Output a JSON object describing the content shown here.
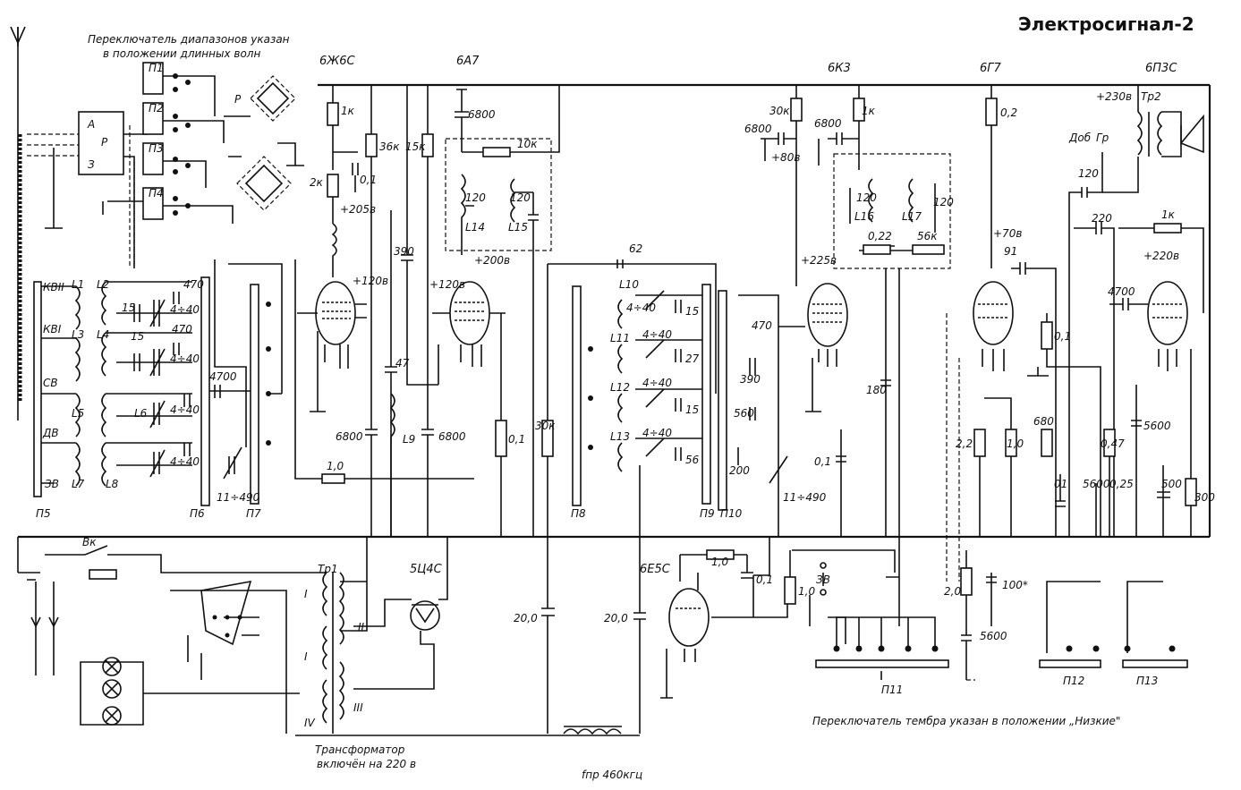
{
  "title": "Электросигнал-2",
  "notes": {
    "band_switch": [
      "Переключатель диапазонов указан",
      "в положении длинных волн"
    ],
    "tone_switch": "Переключатель тембра указан в положении „Низкие\"",
    "transformer": [
      "Трансформатор",
      "включён на 220 в"
    ],
    "if_freq": "fпр 460кгц"
  },
  "tubes": [
    {
      "label": "6Ж6С"
    },
    {
      "label": "6А7"
    },
    {
      "label": "6К3"
    },
    {
      "label": "6Г7"
    },
    {
      "label": "6П3С"
    },
    {
      "label": "5Ц4С"
    },
    {
      "label": "6Е5С"
    }
  ],
  "labels": [
    {
      "text": "П1"
    },
    {
      "text": "П2"
    },
    {
      "text": "П3"
    },
    {
      "text": "П4"
    },
    {
      "text": "А"
    },
    {
      "text": "Р"
    },
    {
      "text": "З"
    },
    {
      "text": "Р"
    },
    {
      "text": "КВII"
    },
    {
      "text": "КВI"
    },
    {
      "text": "СВ"
    },
    {
      "text": "ДВ"
    },
    {
      "text": "ЗВ"
    },
    {
      "text": "П5"
    },
    {
      "text": "L1"
    },
    {
      "text": "L2"
    },
    {
      "text": "L3"
    },
    {
      "text": "L4"
    },
    {
      "text": "L5"
    },
    {
      "text": "L6"
    },
    {
      "text": "L7"
    },
    {
      "text": "L8"
    },
    {
      "text": "15"
    },
    {
      "text": "4÷40"
    },
    {
      "text": "470"
    },
    {
      "text": "15"
    },
    {
      "text": "470"
    },
    {
      "text": "4÷40"
    },
    {
      "text": "4÷40"
    },
    {
      "text": "4÷40"
    },
    {
      "text": "4700"
    },
    {
      "text": "П6"
    },
    {
      "text": "11÷490"
    },
    {
      "text": "П7"
    },
    {
      "text": "1к"
    },
    {
      "text": "2к"
    },
    {
      "text": "0,1"
    },
    {
      "text": "+205в"
    },
    {
      "text": "+120в"
    },
    {
      "text": "36к"
    },
    {
      "text": "15к"
    },
    {
      "text": "390"
    },
    {
      "text": "47"
    },
    {
      "text": "6800"
    },
    {
      "text": "L9"
    },
    {
      "text": "6800"
    },
    {
      "text": "1,0"
    },
    {
      "text": "6800"
    },
    {
      "text": "10к"
    },
    {
      "text": "120"
    },
    {
      "text": "120"
    },
    {
      "text": "L14"
    },
    {
      "text": "L15"
    },
    {
      "text": "+200в"
    },
    {
      "text": "+120в"
    },
    {
      "text": "62"
    },
    {
      "text": "L10"
    },
    {
      "text": "L11"
    },
    {
      "text": "L12"
    },
    {
      "text": "L13"
    },
    {
      "text": "4÷40"
    },
    {
      "text": "4÷40"
    },
    {
      "text": "4÷40"
    },
    {
      "text": "4÷40"
    },
    {
      "text": "15"
    },
    {
      "text": "27"
    },
    {
      "text": "15"
    },
    {
      "text": "56"
    },
    {
      "text": "30к"
    },
    {
      "text": "0,1"
    },
    {
      "text": "П8"
    },
    {
      "text": "П9"
    },
    {
      "text": "П10"
    },
    {
      "text": "470"
    },
    {
      "text": "390"
    },
    {
      "text": "560"
    },
    {
      "text": "200"
    },
    {
      "text": "11÷490"
    },
    {
      "text": "30к"
    },
    {
      "text": "6800"
    },
    {
      "text": "+80в"
    },
    {
      "text": "6800"
    },
    {
      "text": "1к"
    },
    {
      "text": "120"
    },
    {
      "text": "120"
    },
    {
      "text": "L16"
    },
    {
      "text": "L17"
    },
    {
      "text": "0,22"
    },
    {
      "text": "56к"
    },
    {
      "text": "+225в"
    },
    {
      "text": "180"
    },
    {
      "text": "0,1"
    },
    {
      "text": "0,2"
    },
    {
      "text": "+70в"
    },
    {
      "text": "91"
    },
    {
      "text": "2,2"
    },
    {
      "text": "1,0"
    },
    {
      "text": "680"
    },
    {
      "text": "0,1"
    },
    {
      "text": "+230в"
    },
    {
      "text": "Тр2"
    },
    {
      "text": "Доб"
    },
    {
      "text": "Гр"
    },
    {
      "text": "120"
    },
    {
      "text": "220"
    },
    {
      "text": "1к"
    },
    {
      "text": "+220в"
    },
    {
      "text": "4700"
    },
    {
      "text": "01"
    },
    {
      "text": "5600"
    },
    {
      "text": "0,47"
    },
    {
      "text": "0,25"
    },
    {
      "text": "5600"
    },
    {
      "text": "500"
    },
    {
      "text": "300"
    },
    {
      "text": "Вк"
    },
    {
      "text": "Тр1"
    },
    {
      "text": "I"
    },
    {
      "text": "II"
    },
    {
      "text": "I"
    },
    {
      "text": "III"
    },
    {
      "text": "IV"
    },
    {
      "text": "20,0"
    },
    {
      "text": "20,0"
    },
    {
      "text": "1,0"
    },
    {
      "text": "0,1"
    },
    {
      "text": "1,0"
    },
    {
      "text": "ЗВ"
    },
    {
      "text": "2,0"
    },
    {
      "text": "100*"
    },
    {
      "text": "5600"
    },
    {
      "text": "П11"
    },
    {
      "text": "П12"
    },
    {
      "text": "П13"
    }
  ]
}
